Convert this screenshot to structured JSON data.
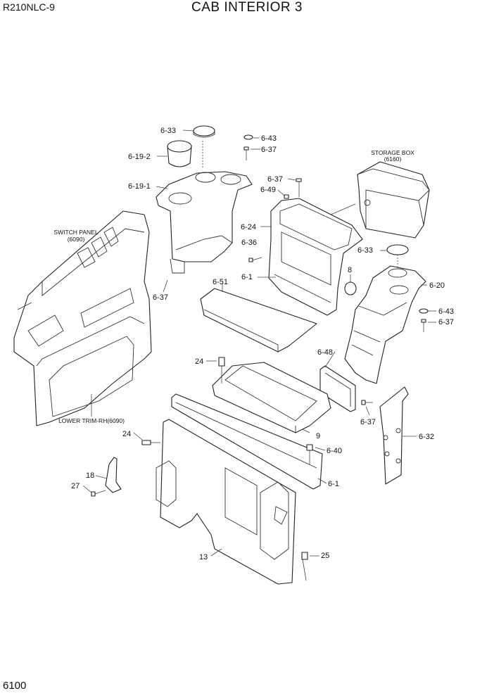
{
  "header": {
    "model": "R210NLC-9",
    "title": "CAB INTERIOR 3"
  },
  "footer": {
    "page_number": "6100"
  },
  "captions": {
    "switch_panel": {
      "line1": "SWITCH PANEL",
      "line2": "(6090)"
    },
    "storage_box": {
      "line1": "STORAGE BOX",
      "line2": "(6160)"
    },
    "lower_trim": "LOWER TRIM-RH(6090)"
  },
  "labels": [
    "6-33",
    "6-43",
    "6-37",
    "6-19-2",
    "6-19-1",
    "6-37",
    "6-37",
    "6-49",
    "6-24",
    "6-36",
    "6-1",
    "8",
    "6-33",
    "6-20",
    "6-43",
    "6-37",
    "6-51",
    "24",
    "6-48",
    "9",
    "6-37",
    "6-32",
    "24",
    "6-40",
    "6-1",
    "18",
    "27",
    "13",
    "25"
  ]
}
